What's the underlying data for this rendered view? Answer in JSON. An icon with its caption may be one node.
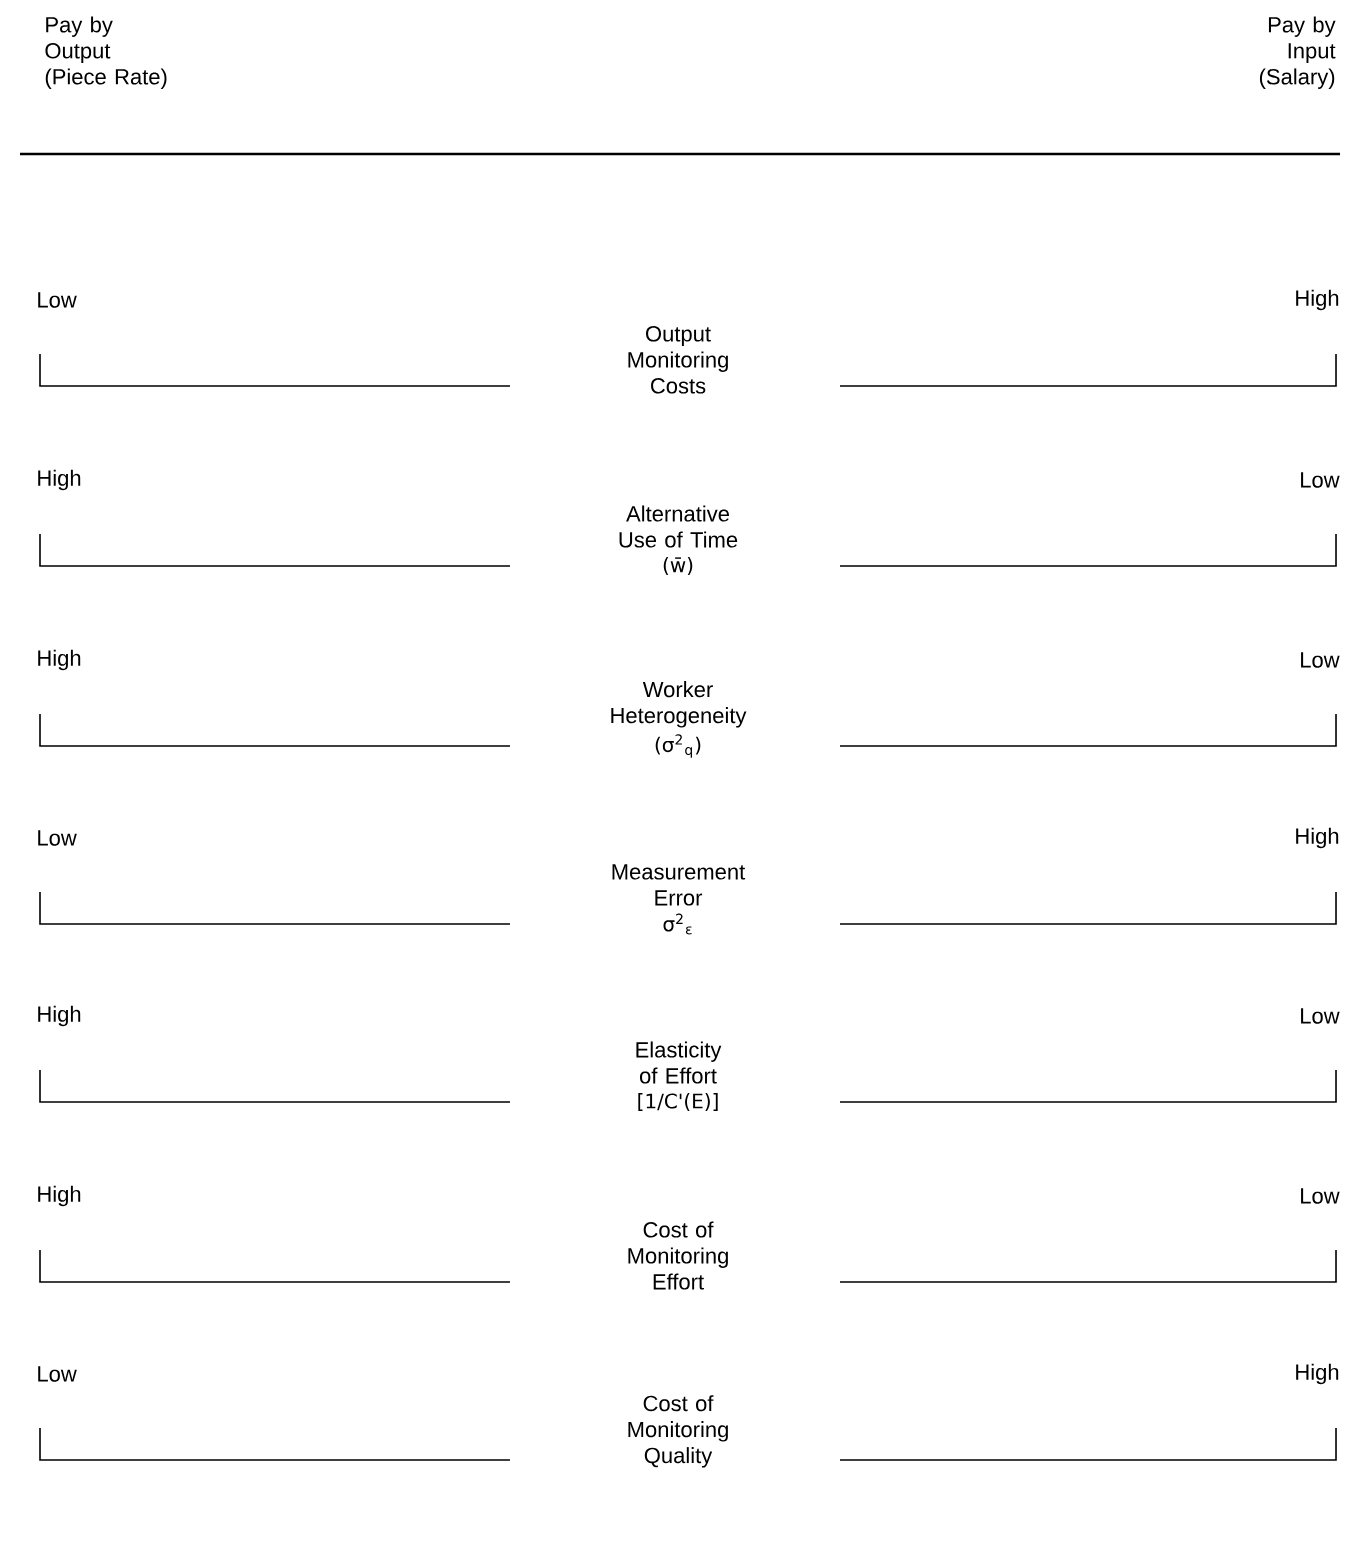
{
  "diagram": {
    "labels": [
      "Pay by Output (Piece Rate)",
      "Pay by Input (Salary)",
      "Low",
      "Output Monitoring Costs",
      "High",
      "High",
      "Alternative Use of Time",
      "(w̄)",
      "Low",
      "High",
      "Worker Heterogeneity",
      "(σ$^{2}$$_{q}$)",
      "Low",
      "Low",
      "Measurement Error",
      "σ$^{2}$$_{ε}$",
      "High",
      "High",
      "Elasticity of Effort",
      "[1/C'(E)]",
      "Low",
      "High",
      "Cost of Monitoring Effort",
      "Low",
      "Low",
      "Cost of Monitoring Quality",
      "High"
    ]
  }
}
